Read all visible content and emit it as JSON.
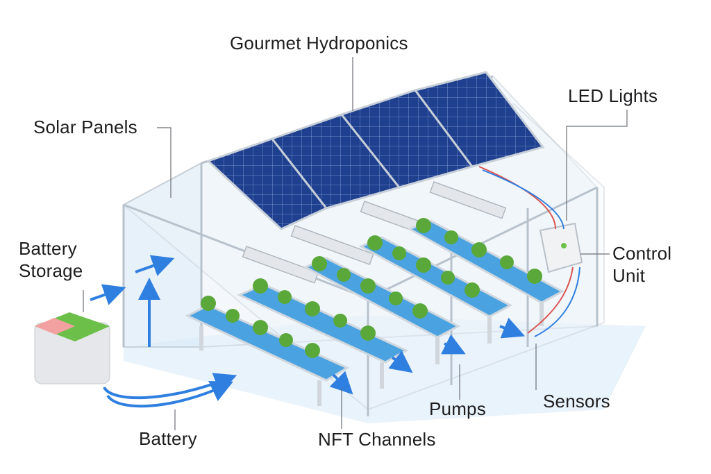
{
  "title": "Gourmet Hydroponics",
  "labels": {
    "solar_panels": "Solar Panels",
    "led_lights": "LED Lights",
    "battery_storage_line1": "Battery",
    "battery_storage_line2": "Storage",
    "control_unit_line1": "Control",
    "control_unit_line2": "Unit",
    "battery": "Battery",
    "nft_channels": "NFT Channels",
    "pumps": "Pumps",
    "sensors": "Sensors"
  },
  "colors": {
    "panel": "#1f3f8f",
    "frame": "#b8c2cc",
    "glass": "#dbeaf7",
    "water": "#4aa3e0",
    "flow_arrow": "#2f7fe0",
    "plant": "#5aa83a",
    "battery_red": "#f2a0a0",
    "battery_green": "#6cc04a"
  }
}
